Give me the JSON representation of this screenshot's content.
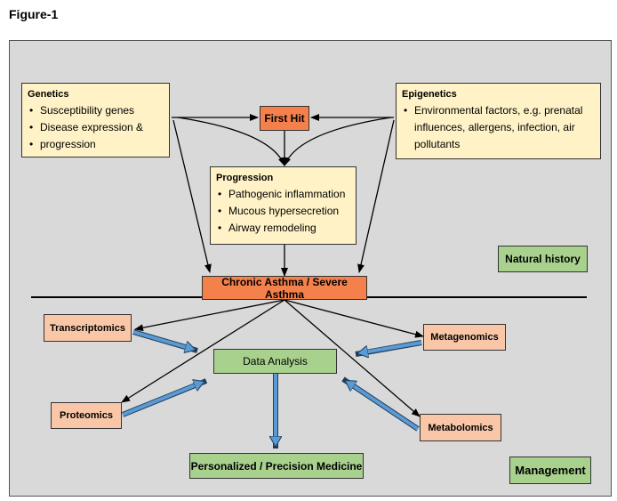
{
  "figure_label": "Figure-1",
  "genetics": {
    "title": "Genetics",
    "items": [
      "Susceptibility genes",
      "Disease expression  &",
      "progression"
    ]
  },
  "epigenetics": {
    "title": "Epigenetics",
    "items": [
      "Environmental factors, e.g. prenatal",
      "influences, allergens, infection, air",
      "pollutants"
    ]
  },
  "first_hit": "First Hit",
  "progression": {
    "title": "Progression",
    "items": [
      "Pathogenic inflammation",
      "Mucous hypersecretion",
      "Airway remodeling"
    ]
  },
  "natural_history": "Natural history",
  "chronic_asthma": "Chronic Asthma / Severe Asthma",
  "transcriptomics": "Transcriptomics",
  "metagenomics": "Metagenomics",
  "data_analysis": "Data Analysis",
  "proteomics": "Proteomics",
  "metabolomics": "Metabolomics",
  "personalized_medicine": "Personalized / Precision Medicine",
  "management": "Management",
  "colors": {
    "panel": "#d9d9d9",
    "yellow_box": "#fff2c6",
    "orange_box": "#f4804c",
    "salmon_box": "#f9c7a8",
    "green_box": "#a9d18e",
    "blue_arrow": "#5b9bd5"
  }
}
